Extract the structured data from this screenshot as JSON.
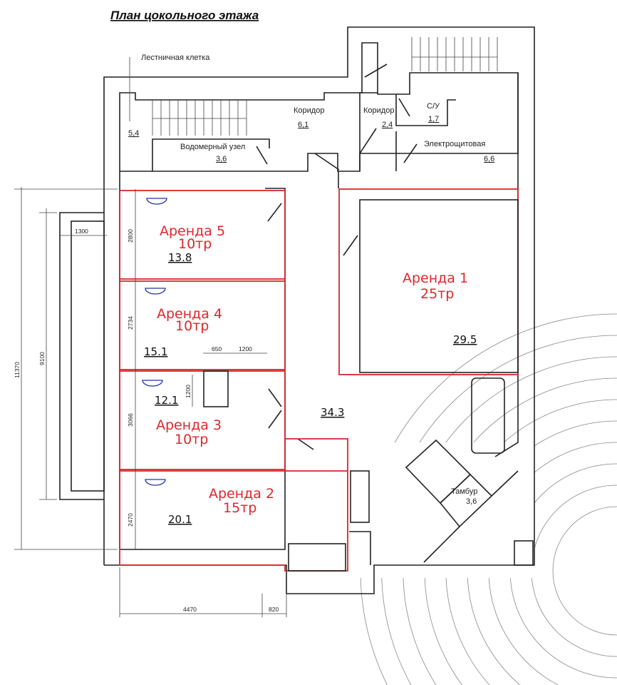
{
  "title": "План цокольного этажа",
  "rooms": {
    "stairwell": {
      "label": "Лестничная клетка",
      "area": "5,4"
    },
    "corridor1": {
      "label": "Коридор",
      "area": "6,1"
    },
    "corridor2": {
      "label": "Коридор",
      "area": "2,4"
    },
    "wc": {
      "label": "С/У",
      "area": "1,7"
    },
    "water_meter": {
      "label": "Водомерный узел",
      "area": "3,6"
    },
    "electrical": {
      "label": "Электрощитовая",
      "area": "6,6"
    },
    "vestibule": {
      "label": "Тамбур",
      "area": "3,6"
    },
    "hall": {
      "area": "34.3"
    }
  },
  "rentals": [
    {
      "name": "Аренда 5",
      "price": "10тр",
      "area": "13.8"
    },
    {
      "name": "Аренда 4",
      "price": "10тр",
      "area": "15.1"
    },
    {
      "name": "Аренда 3",
      "price": "10тр",
      "area": "12.1"
    },
    {
      "name": "Аренда 2",
      "price": "15тр",
      "area": "20.1"
    },
    {
      "name": "Аренда 1",
      "price": "25тр",
      "area": "29.5"
    }
  ],
  "dimensions": {
    "d11370": "11370",
    "d9100": "9100",
    "d1300": "1300",
    "d2800": "2800",
    "d2734": "2734",
    "d3066": "3066",
    "d2470": "2470",
    "d650": "650",
    "d1200a": "1200",
    "d1200b": "1200",
    "d4470": "4470",
    "d820": "820"
  },
  "colors": {
    "rental_outline": "#d8262c",
    "sink": "#2233aa"
  }
}
